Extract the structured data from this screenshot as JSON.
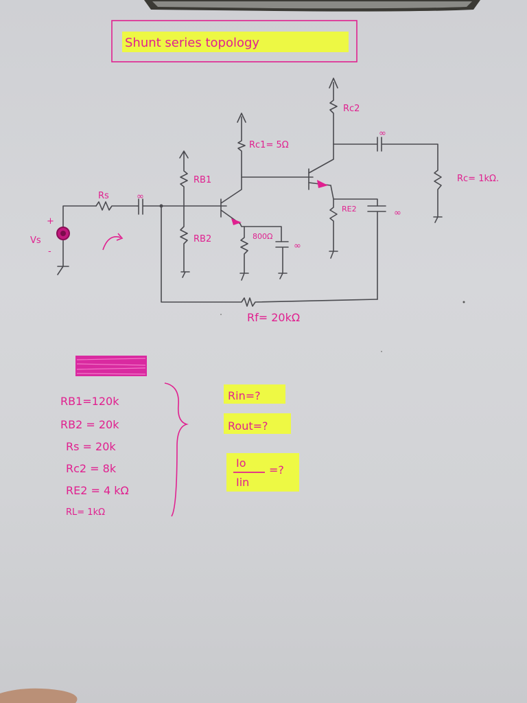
{
  "title": "Shunt series topology",
  "components": {
    "rs": "Rs",
    "cap_in": "∞",
    "rb1": "RB1",
    "rb2": "RB2",
    "rc1": "Rc1= 5Ω",
    "re1": "800Ω",
    "ce1": "∞",
    "rc2": "Rc2",
    "cap_out": "∞",
    "rl": "Rc= 1kΩ.",
    "re2": "RE2",
    "ce2": "∞",
    "rf": "Rf= 20kΩ",
    "vs": "Vs",
    "vs_plus": "+",
    "vs_minus": "-"
  },
  "givens": [
    "RB1=120k",
    "RB2 = 20k",
    "Rs = 20k",
    "Rc2 = 8k",
    "RE2 = 4 kΩ",
    "RL= 1kΩ"
  ],
  "questions": {
    "rin": "Rin=?",
    "rout": "Rout=?",
    "gain_num": "Io",
    "gain_den": "Iin",
    "gain_eq": "=?"
  },
  "colors": {
    "ink": "#e0208f",
    "highlight": "#f2ff2a",
    "pencil": "#4a4a4f"
  }
}
